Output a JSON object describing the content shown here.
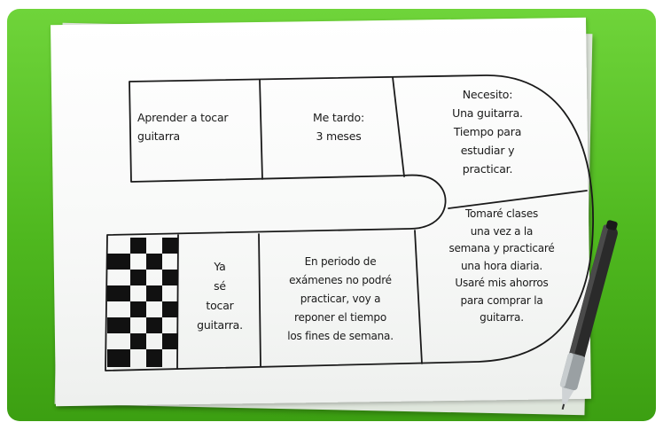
{
  "board": {
    "cell_start": "Aprender a tocar\nguitarra",
    "cell_time": "Me tardo:\n3 meses",
    "cell_needs": "Necesito:\nUna guitarra.\nTiempo para\nestudiar y\npracticar.",
    "cell_plan": "Tomaré clases\nuna vez a la\nsemana y practicaré\nuna hora diaria.\nUsaré mis ahorros\npara comprar la\nguitarra.",
    "cell_obstacle": "En periodo de\nexámenes no podré\npracticar, voy a\nreponer el tiempo\nlos fines de semana.",
    "cell_finish": "Ya\nsé\ntocar\nguitarra."
  },
  "colors": {
    "background_green": "#4fb81f",
    "paper": "#ffffff",
    "ink": "#1a1a1a",
    "checker_dark": "#111111"
  },
  "decor": {
    "pen": "pen-icon",
    "finish_flag": "checkered-finish-icon"
  }
}
